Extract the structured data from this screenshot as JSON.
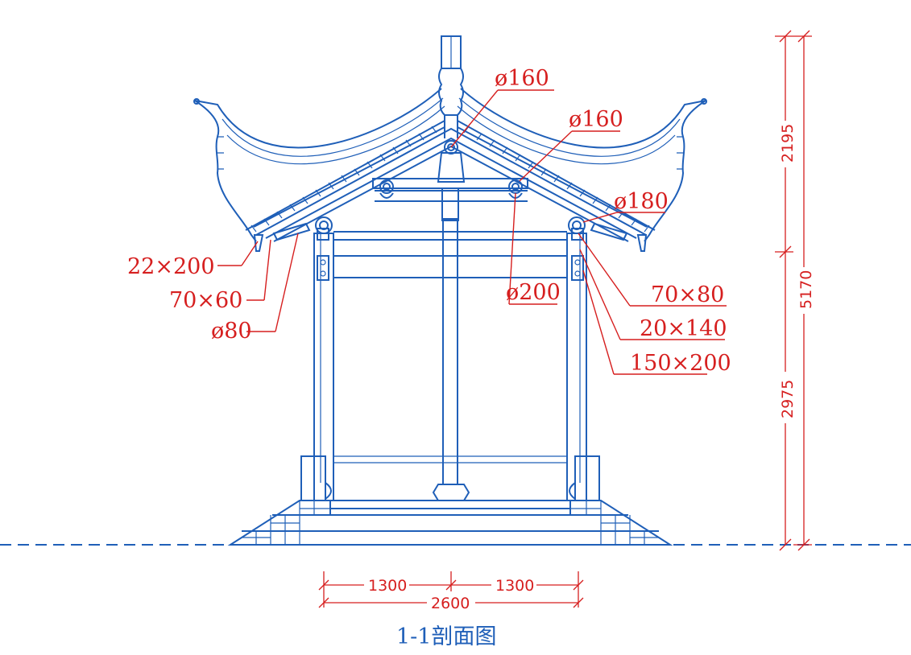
{
  "drawing_title": "1-1剖面图",
  "callouts": {
    "ridge_purlin_dia": "ø160",
    "purlin_dia": "ø160",
    "eave_purlin_dia": "ø180",
    "beam_dia": "ø200",
    "board_22x200": "22×200",
    "rafter_70x60": "70×60",
    "rafter_dia80": "ø80",
    "member_70x80": "70×80",
    "board_20x140": "20×140",
    "beam_150x200": "150×200"
  },
  "dimensions": {
    "upper_height": "2195",
    "total_height": "5170",
    "lower_height": "2975",
    "left_bay": "1300",
    "right_bay": "1300",
    "total_width": "2600"
  },
  "colors": {
    "structure": "#1f5fb8",
    "annotation": "#d61f1f"
  }
}
